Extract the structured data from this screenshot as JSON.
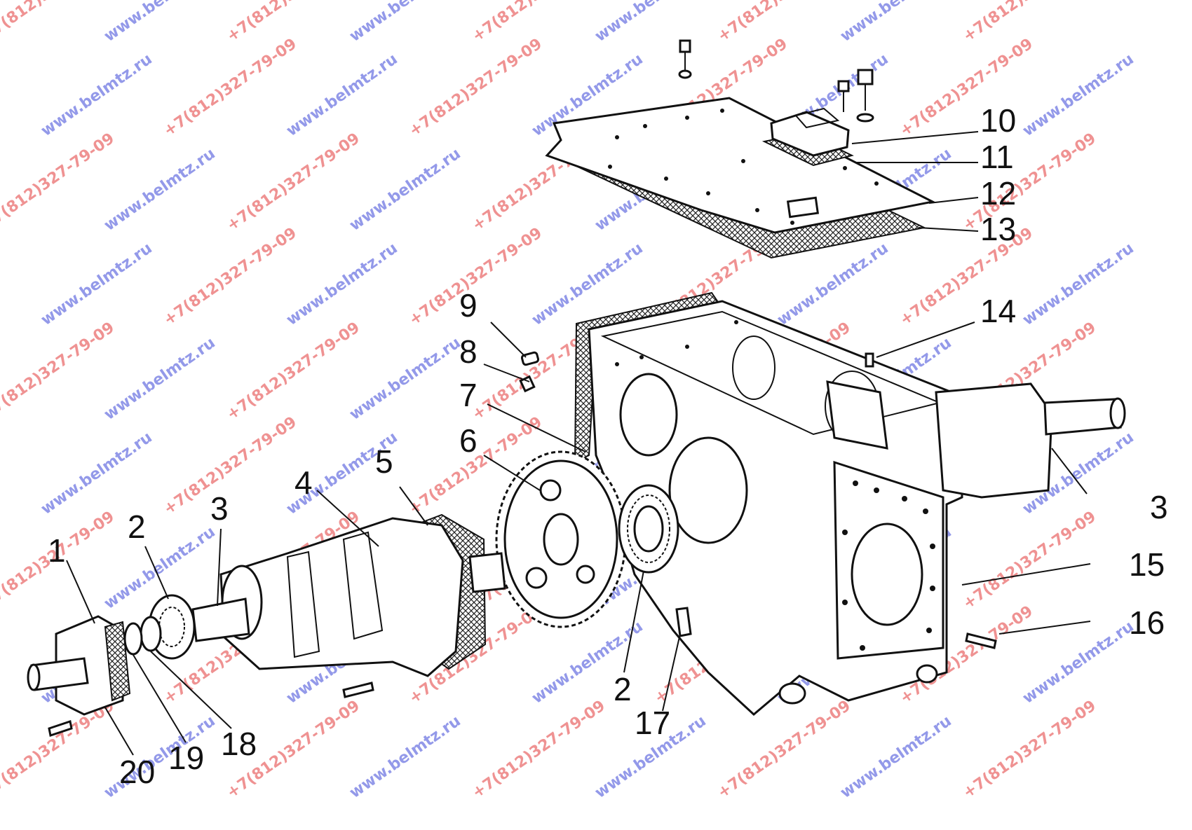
{
  "colors": {
    "ink": "#111111",
    "background": "#ffffff",
    "watermark_red": "#e23a3a",
    "watermark_blue": "#3b46d8"
  },
  "callouts": [
    {
      "id": "1",
      "label": "1"
    },
    {
      "id": "2a",
      "label": "2"
    },
    {
      "id": "3a",
      "label": "3"
    },
    {
      "id": "4",
      "label": "4"
    },
    {
      "id": "5",
      "label": "5"
    },
    {
      "id": "6",
      "label": "6"
    },
    {
      "id": "7",
      "label": "7"
    },
    {
      "id": "8",
      "label": "8"
    },
    {
      "id": "9",
      "label": "9"
    },
    {
      "id": "10",
      "label": "10"
    },
    {
      "id": "11",
      "label": "11"
    },
    {
      "id": "12",
      "label": "12"
    },
    {
      "id": "13",
      "label": "13"
    },
    {
      "id": "14",
      "label": "14"
    },
    {
      "id": "3b",
      "label": "3"
    },
    {
      "id": "15",
      "label": "15"
    },
    {
      "id": "16",
      "label": "16"
    },
    {
      "id": "2b",
      "label": "2"
    },
    {
      "id": "17",
      "label": "17"
    },
    {
      "id": "18",
      "label": "18"
    },
    {
      "id": "19",
      "label": "19"
    },
    {
      "id": "20",
      "label": "20"
    }
  ],
  "watermarks": {
    "phone": "+7(812)327-79-09",
    "site": "www.belmtz.ru"
  }
}
